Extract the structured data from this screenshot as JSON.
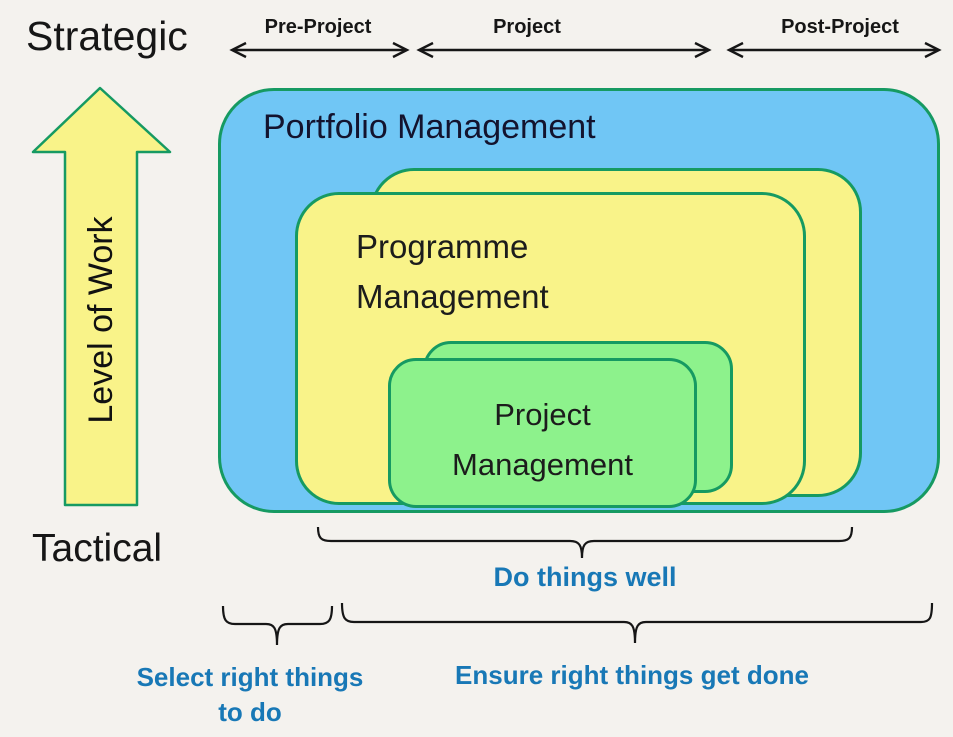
{
  "axis": {
    "top_label": "Strategic",
    "bottom_label": "Tactical",
    "arrow_label": "Level of Work"
  },
  "phases": [
    {
      "label": "Pre-Project"
    },
    {
      "label": "Project"
    },
    {
      "label": "Post-Project"
    }
  ],
  "boxes": {
    "portfolio": "Portfolio Management",
    "programme_line1": "Programme",
    "programme_line2": "Management",
    "project_line1": "Project",
    "project_line2": "Management"
  },
  "annotations": {
    "do_things_well": "Do things well",
    "select_line1": "Select right things",
    "select_line2": "to do",
    "ensure": "Ensure right things get done"
  },
  "colors": {
    "background": "#f4f2ee",
    "portfolio_fill": "#70c6f5",
    "programme_fill": "#f9f389",
    "project_fill": "#8df28c",
    "box_border": "#169a62",
    "annotation_blue": "#1878b6",
    "text_dark": "#161616"
  }
}
